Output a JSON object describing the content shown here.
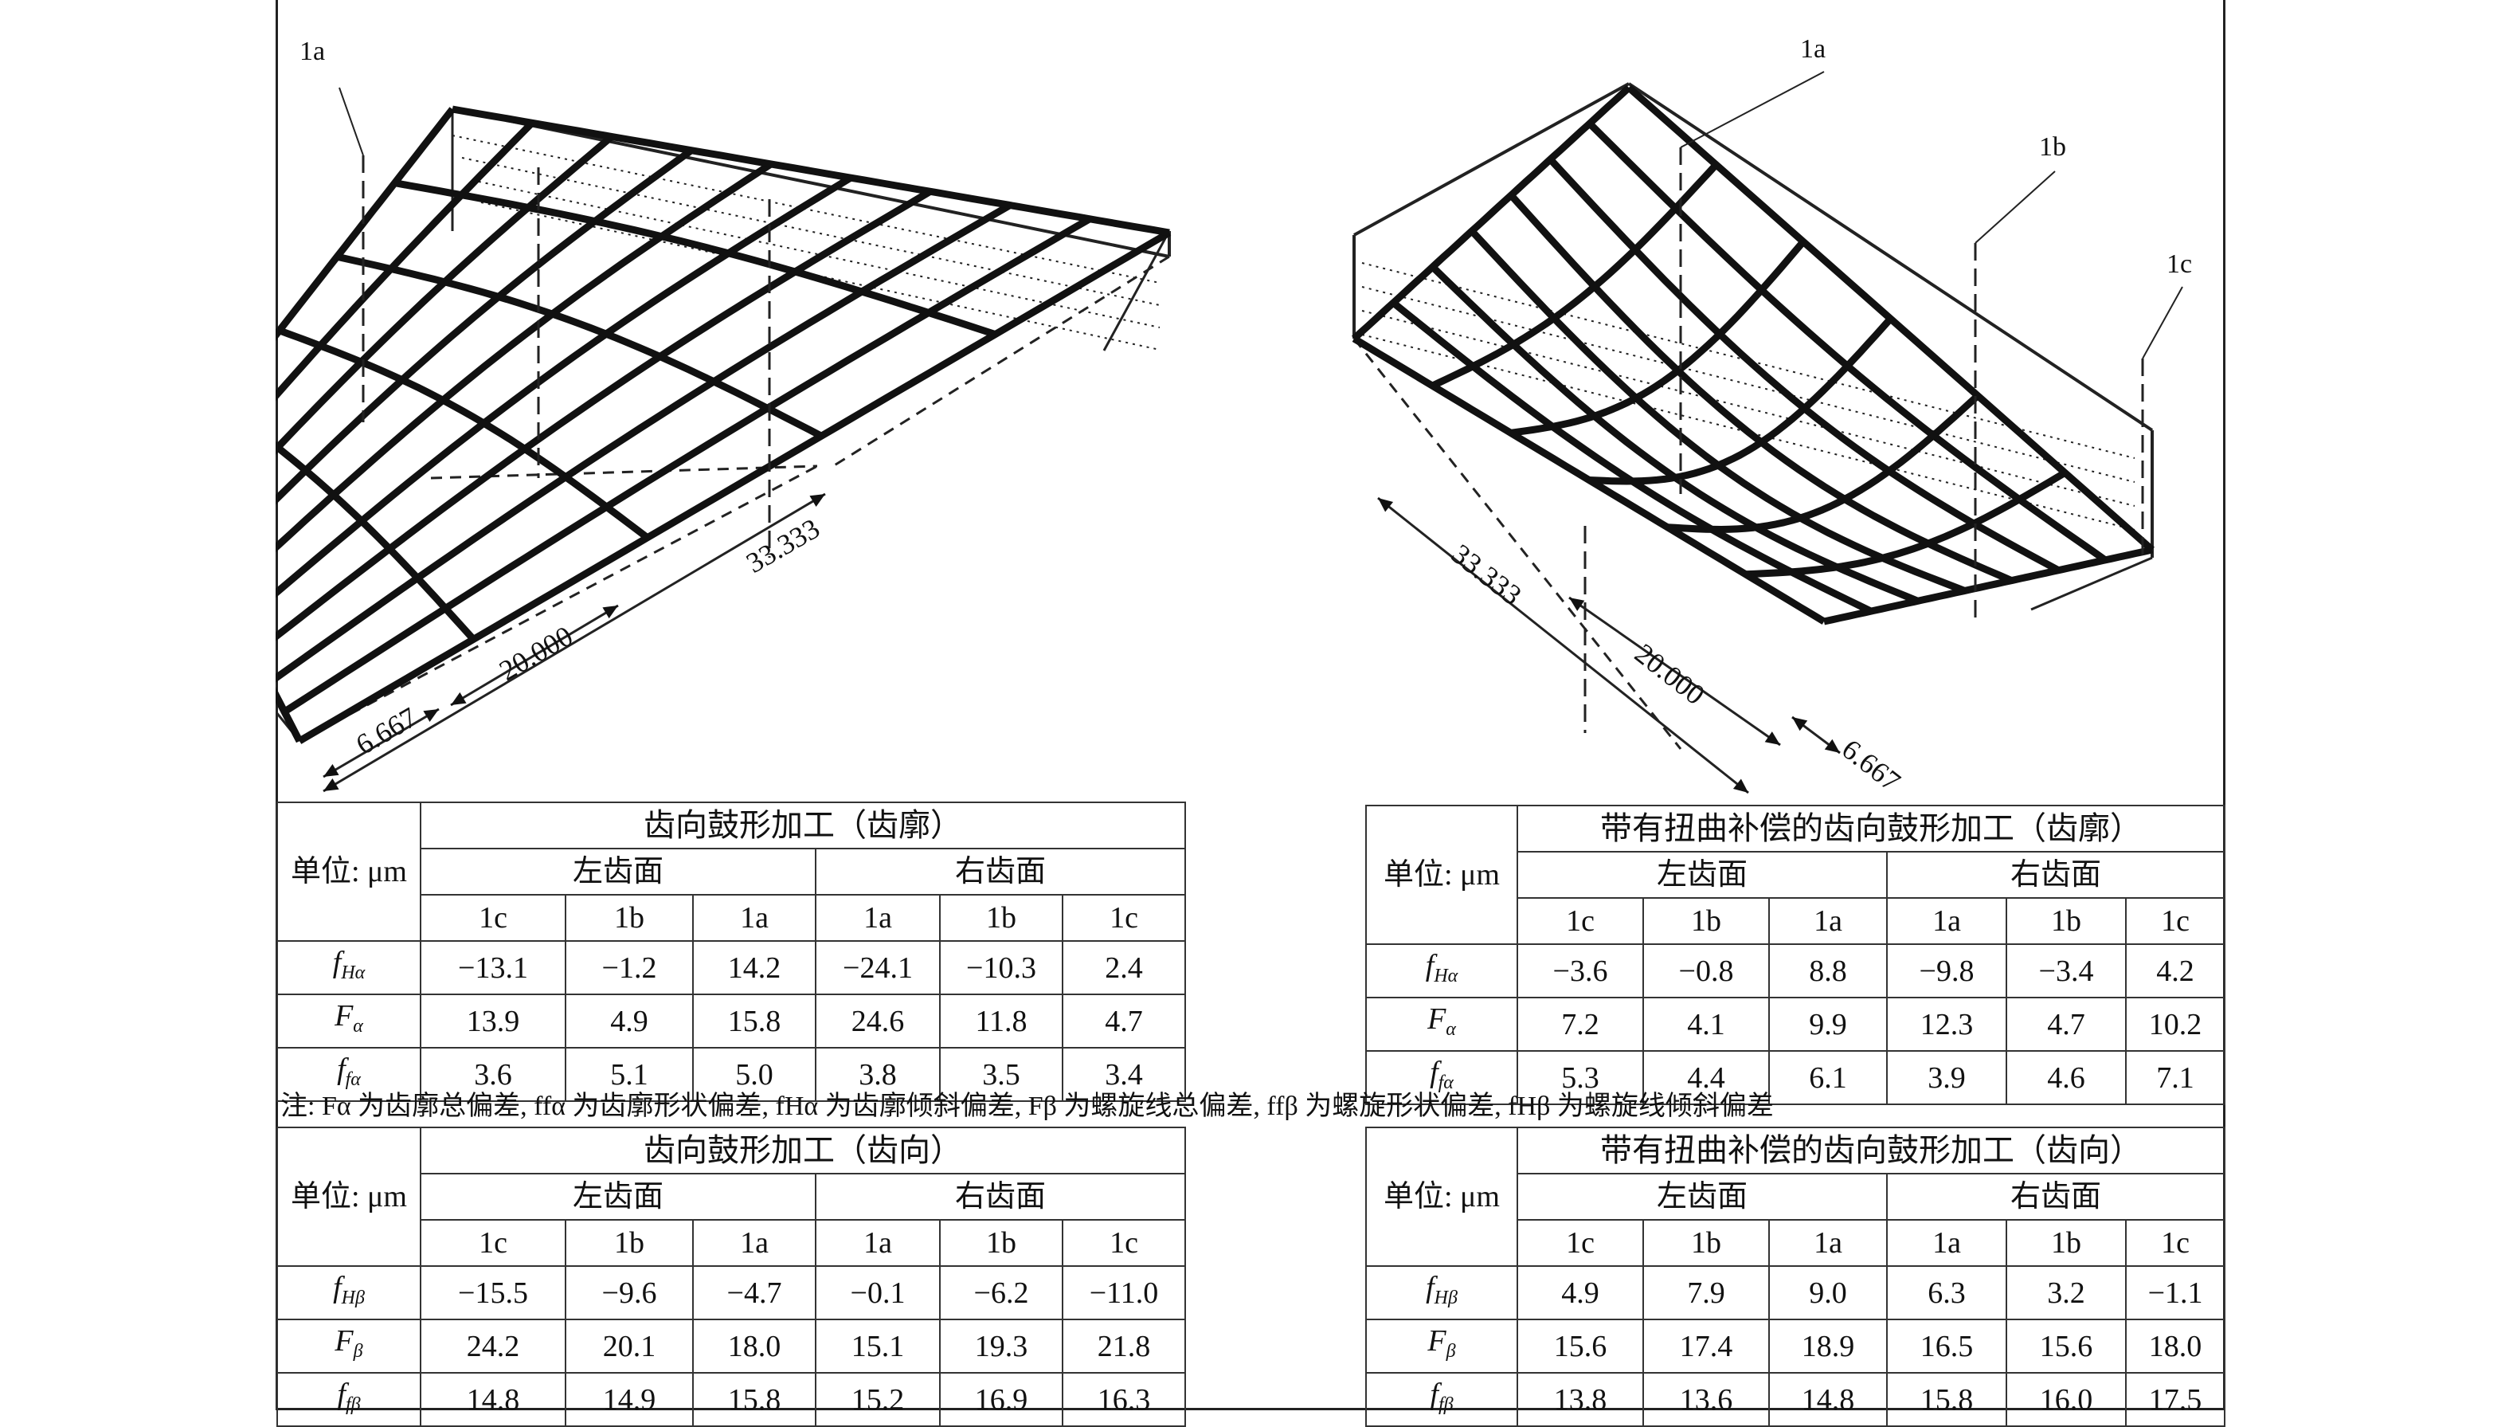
{
  "figures": {
    "left": {
      "labels": [
        "1a",
        "1b",
        "1c"
      ],
      "dims": [
        "33.333",
        "20.000",
        "6.667"
      ]
    },
    "right": {
      "labels": [
        "1a",
        "1b",
        "1c"
      ],
      "dims": [
        "33.333",
        "20.000",
        "6.667"
      ]
    }
  },
  "tables": [
    {
      "title": "齿向鼓形加工（齿廓）",
      "unit": "单位: μm",
      "groups": [
        "左齿面",
        "右齿面"
      ],
      "cols": [
        "1c",
        "1b",
        "1a",
        "1a",
        "1b",
        "1c"
      ],
      "rows": [
        {
          "sym": "f",
          "sub": "Hα",
          "values": [
            "−13.1",
            "−1.2",
            "14.2",
            "−24.1",
            "−10.3",
            "2.4"
          ]
        },
        {
          "sym": "F",
          "sub": "α",
          "values": [
            "13.9",
            "4.9",
            "15.8",
            "24.6",
            "11.8",
            "4.7"
          ]
        },
        {
          "sym": "f",
          "sub": "fα",
          "values": [
            "3.6",
            "5.1",
            "5.0",
            "3.8",
            "3.5",
            "3.4"
          ]
        }
      ]
    },
    {
      "title": "带有扭曲补偿的齿向鼓形加工（齿廓）",
      "unit": "单位: μm",
      "groups": [
        "左齿面",
        "右齿面"
      ],
      "cols": [
        "1c",
        "1b",
        "1a",
        "1a",
        "1b",
        "1c"
      ],
      "rows": [
        {
          "sym": "f",
          "sub": "Hα",
          "values": [
            "−3.6",
            "−0.8",
            "8.8",
            "−9.8",
            "−3.4",
            "4.2"
          ]
        },
        {
          "sym": "F",
          "sub": "α",
          "values": [
            "7.2",
            "4.1",
            "9.9",
            "12.3",
            "4.7",
            "10.2"
          ]
        },
        {
          "sym": "f",
          "sub": "fα",
          "values": [
            "5.3",
            "4.4",
            "6.1",
            "3.9",
            "4.6",
            "7.1"
          ]
        }
      ]
    },
    {
      "title": "齿向鼓形加工（齿向）",
      "unit": "单位: μm",
      "groups": [
        "左齿面",
        "右齿面"
      ],
      "cols": [
        "1c",
        "1b",
        "1a",
        "1a",
        "1b",
        "1c"
      ],
      "rows": [
        {
          "sym": "f",
          "sub": "Hβ",
          "values": [
            "−15.5",
            "−9.6",
            "−4.7",
            "−0.1",
            "−6.2",
            "−11.0"
          ]
        },
        {
          "sym": "F",
          "sub": "β",
          "values": [
            "24.2",
            "20.1",
            "18.0",
            "15.1",
            "19.3",
            "21.8"
          ]
        },
        {
          "sym": "f",
          "sub": "fβ",
          "values": [
            "14.8",
            "14.9",
            "15.8",
            "15.2",
            "16.9",
            "16.3"
          ]
        }
      ]
    },
    {
      "title": "带有扭曲补偿的齿向鼓形加工（齿向）",
      "unit": "单位: μm",
      "groups": [
        "左齿面",
        "右齿面"
      ],
      "cols": [
        "1c",
        "1b",
        "1a",
        "1a",
        "1b",
        "1c"
      ],
      "rows": [
        {
          "sym": "f",
          "sub": "Hβ",
          "values": [
            "4.9",
            "7.9",
            "9.0",
            "6.3",
            "3.2",
            "−1.1"
          ]
        },
        {
          "sym": "F",
          "sub": "β",
          "values": [
            "15.6",
            "17.4",
            "18.9",
            "16.5",
            "15.6",
            "18.0"
          ]
        },
        {
          "sym": "f",
          "sub": "fβ",
          "values": [
            "13.8",
            "13.6",
            "14.8",
            "15.8",
            "16.0",
            "17.5"
          ]
        }
      ]
    }
  ],
  "note": "注: Fα 为齿廓总偏差, ffα 为齿廓形状偏差, fHα 为齿廓倾斜偏差, Fβ 为螺旋线总偏差, ffβ 为螺旋形状偏差, fHβ 为螺旋线倾斜偏差"
}
